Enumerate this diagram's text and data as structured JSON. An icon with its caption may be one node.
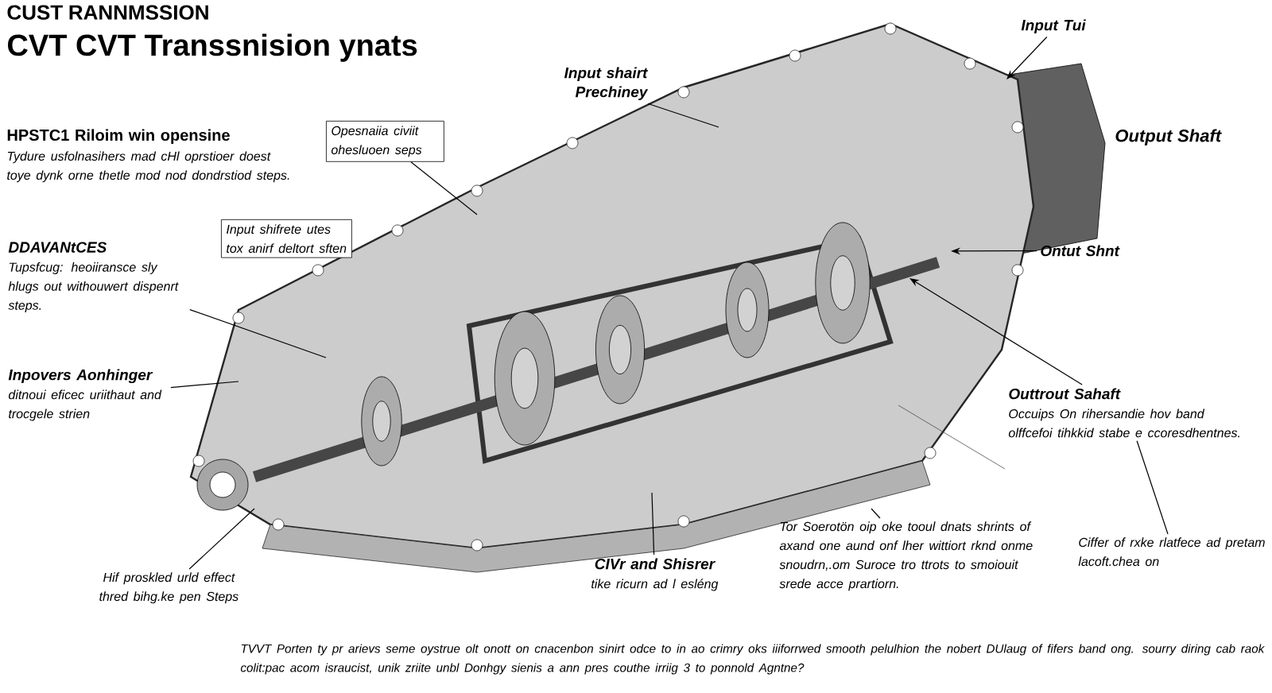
{
  "diagram": {
    "title": "CVT CVT Transsnision ynats",
    "nodes": [
      {
        "text": [
          "Opesnaiia civiit ohesluoen seps"
        ]
      },
      {
        "text": [
          "Input shifrete utes tox anirf deltort sften"
        ]
      },
      {
        "text": [
          "DDAVANtCES",
          "Tupsfcug: heoiiranscе sly hlugs out withouwert dispenrt steps."
        ]
      },
      {
        "text": [
          "Inpovers Aonhinger",
          "ditnoui eficec uriithaut and trocgele strien"
        ]
      },
      {
        "text": [
          "Hif proskled urld effect thred bihg.ke pen Steps"
        ]
      },
      {
        "text": [
          "Input shairt Prechiney"
        ]
      },
      {
        "text": [
          "Input Tui"
        ]
      },
      {
        "text": [
          "Ontut Shnt"
        ]
      },
      {
        "text": [
          "Outtrout Sahaft",
          "Occuips On rihersandie hov band olffcefoi tihkkid stabe e ccoresdhentnes."
        ]
      },
      {
        "text": [
          "CIVr and Shisrer",
          "tike ricurn ad l esléng"
        ]
      },
      {
        "text": [
          "Tor Soerotön oip oke tooul dnats shrints of axand one aund onf lher wittiort rknd onme snoudrn,.om Suroce tro ttrots to smoiouit srede acce prartiorn."
        ]
      },
      {
        "text": [
          "Ciffer of rxke rlatfece ad pretam lacoft.chea on"
        ]
      }
    ],
    "edges": [
      {
        "from": 0,
        "to": null,
        "arrow": "none"
      },
      {
        "from": 2,
        "to": null,
        "arrow": "none"
      },
      {
        "from": 3,
        "to": null,
        "arrow": "none"
      },
      {
        "from": 4,
        "to": null,
        "arrow": "none"
      },
      {
        "from": 5,
        "to": null,
        "arrow": "none"
      },
      {
        "from": 6,
        "to": null,
        "arrow": "to"
      },
      {
        "from": 7,
        "to": null,
        "arrow": "to"
      },
      {
        "from": 8,
        "to": null,
        "arrow": "to"
      },
      {
        "from": 9,
        "to": null,
        "arrow": "none"
      },
      {
        "from": 10,
        "to": null,
        "arrow": "none"
      },
      {
        "from": 11,
        "to": 8,
        "arrow": "none"
      }
    ],
    "labels": [
      "CUST RANNMSSION",
      "HPSTC1 Riloim win opensine",
      "Tydure usfolnasihers mad cHl oprstioer doest toye dynk orne thetle mod nod dondrstiod steps.",
      "Output Shaft",
      "TVVT Porten ty pr arievs seme oystrue olt onott on cnacenbon sinirt odce to in ao crimry oks iiiforrwed smooth pelulhion the nobert DUlaug of fifers band ong. sourry diring cab raok colit:pac acom israucist, unik zriite unbl Donhgy sienis a ann pres couthe irriig 3 to ponnold Agntne?"
    ]
  }
}
